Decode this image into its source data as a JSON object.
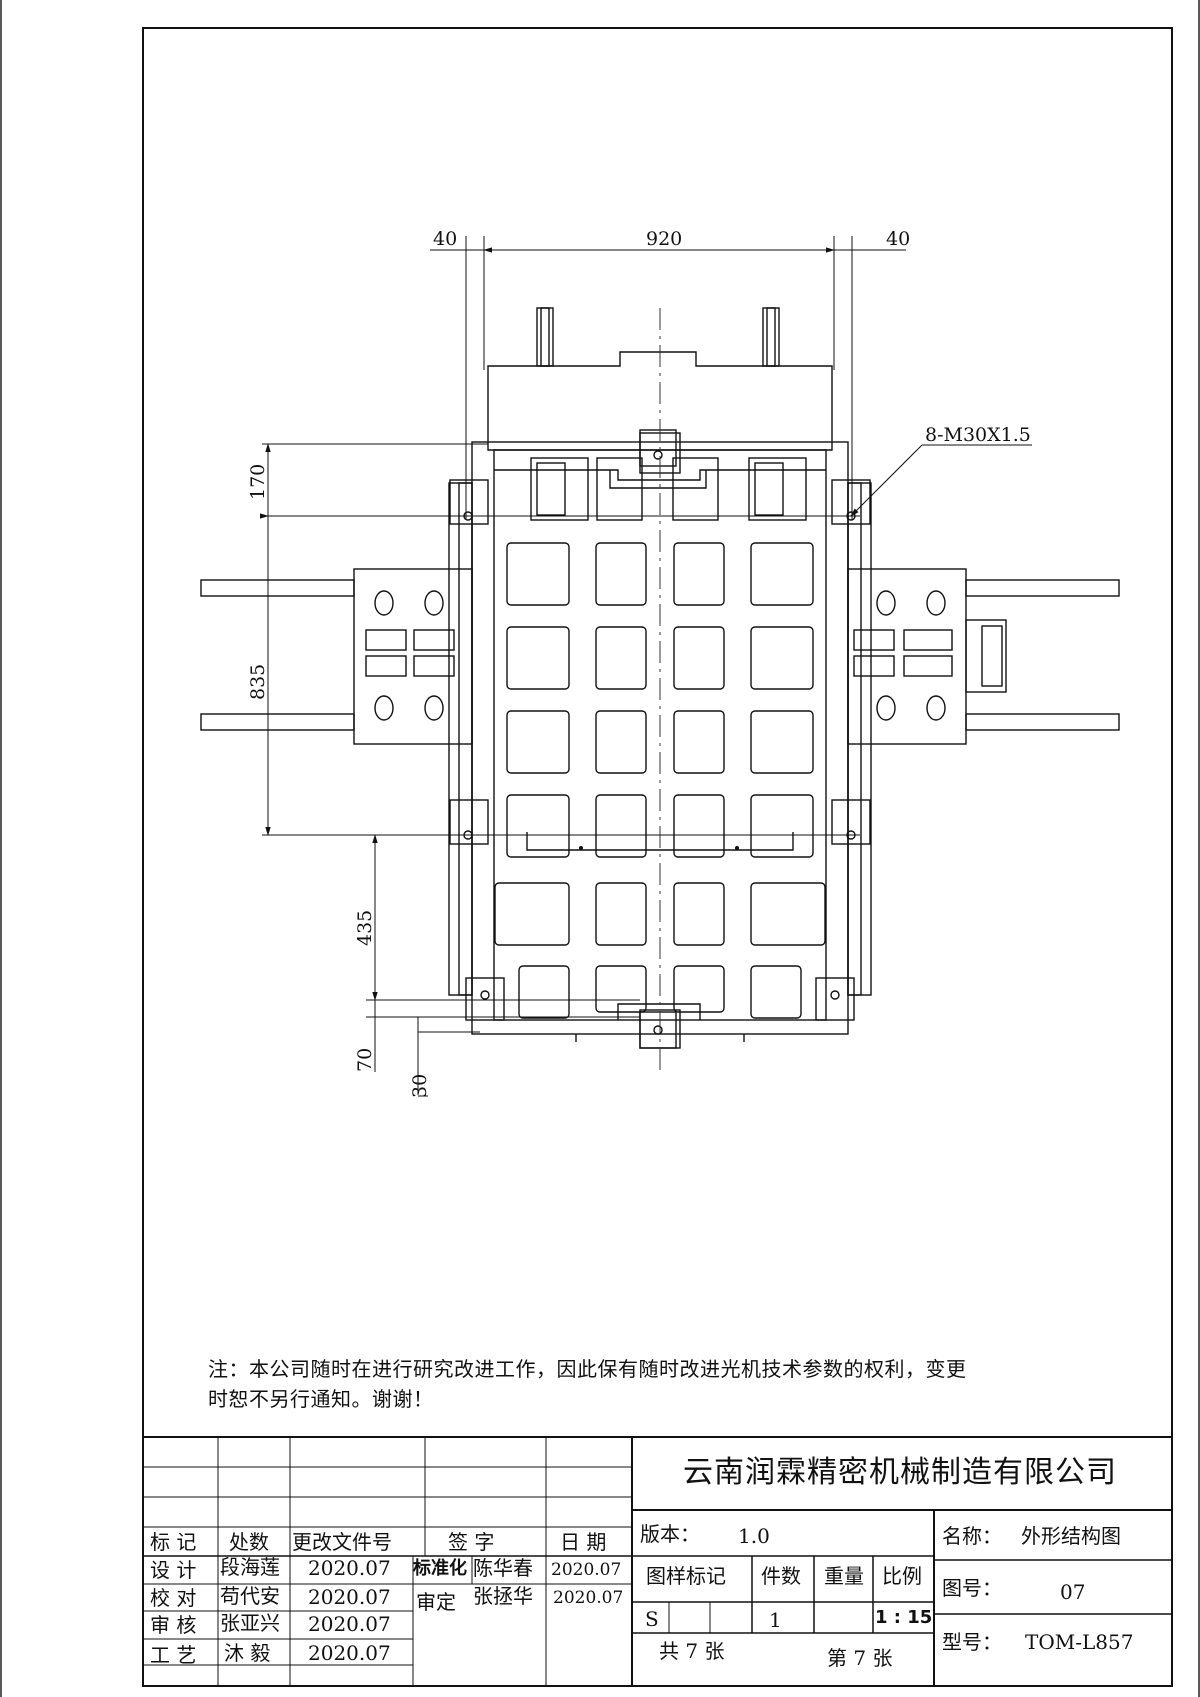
{
  "dimensions": {
    "top_left": "40",
    "top_center": "920",
    "top_right": "40",
    "thread_callout": "8-M30X1.5",
    "left_170": "170",
    "left_835": "835",
    "left_435": "435",
    "left_70": "70",
    "left_30": "30"
  },
  "note": {
    "line1": "注：本公司随时在进行研究改进工作，因此保有随时改进光机技术参数的权利，变更",
    "line2": "时恕不另行通知。谢谢！"
  },
  "title_block": {
    "company": "云南润霖精密机械制造有限公司",
    "rev_headers": [
      "标 记",
      "处数",
      "更改文件号",
      "签 字",
      "日 期"
    ],
    "roles": [
      {
        "role": "设 计",
        "name": "段海莲",
        "date": "2020.07"
      },
      {
        "role": "校 对",
        "name": "苟代安",
        "date": "2020.07"
      },
      {
        "role": "审 核",
        "name": "张亚兴",
        "date": "2020.07"
      },
      {
        "role": "工 艺",
        "name": "沐 毅",
        "date": "2020.07"
      }
    ],
    "standardization": {
      "label": "标准化",
      "name": "陈华春",
      "date": "2020.07"
    },
    "approval": {
      "label": "审定",
      "name": "张拯华",
      "date": "2020.07"
    },
    "version_label": "版本：",
    "version_value": "1.0",
    "headers2": [
      "图样标记",
      "件数",
      "重量",
      "比例"
    ],
    "stage_mark": "S",
    "quantity": "1",
    "scale": "1 : 15",
    "total_sheets": "共 7 张",
    "sheet_no": "第 7 张",
    "name_label": "名称：",
    "name_value": "外形结构图",
    "drawing_no_label": "图号：",
    "drawing_no_value": "07",
    "model_label": "型号：",
    "model_value": "TOM-L857"
  }
}
